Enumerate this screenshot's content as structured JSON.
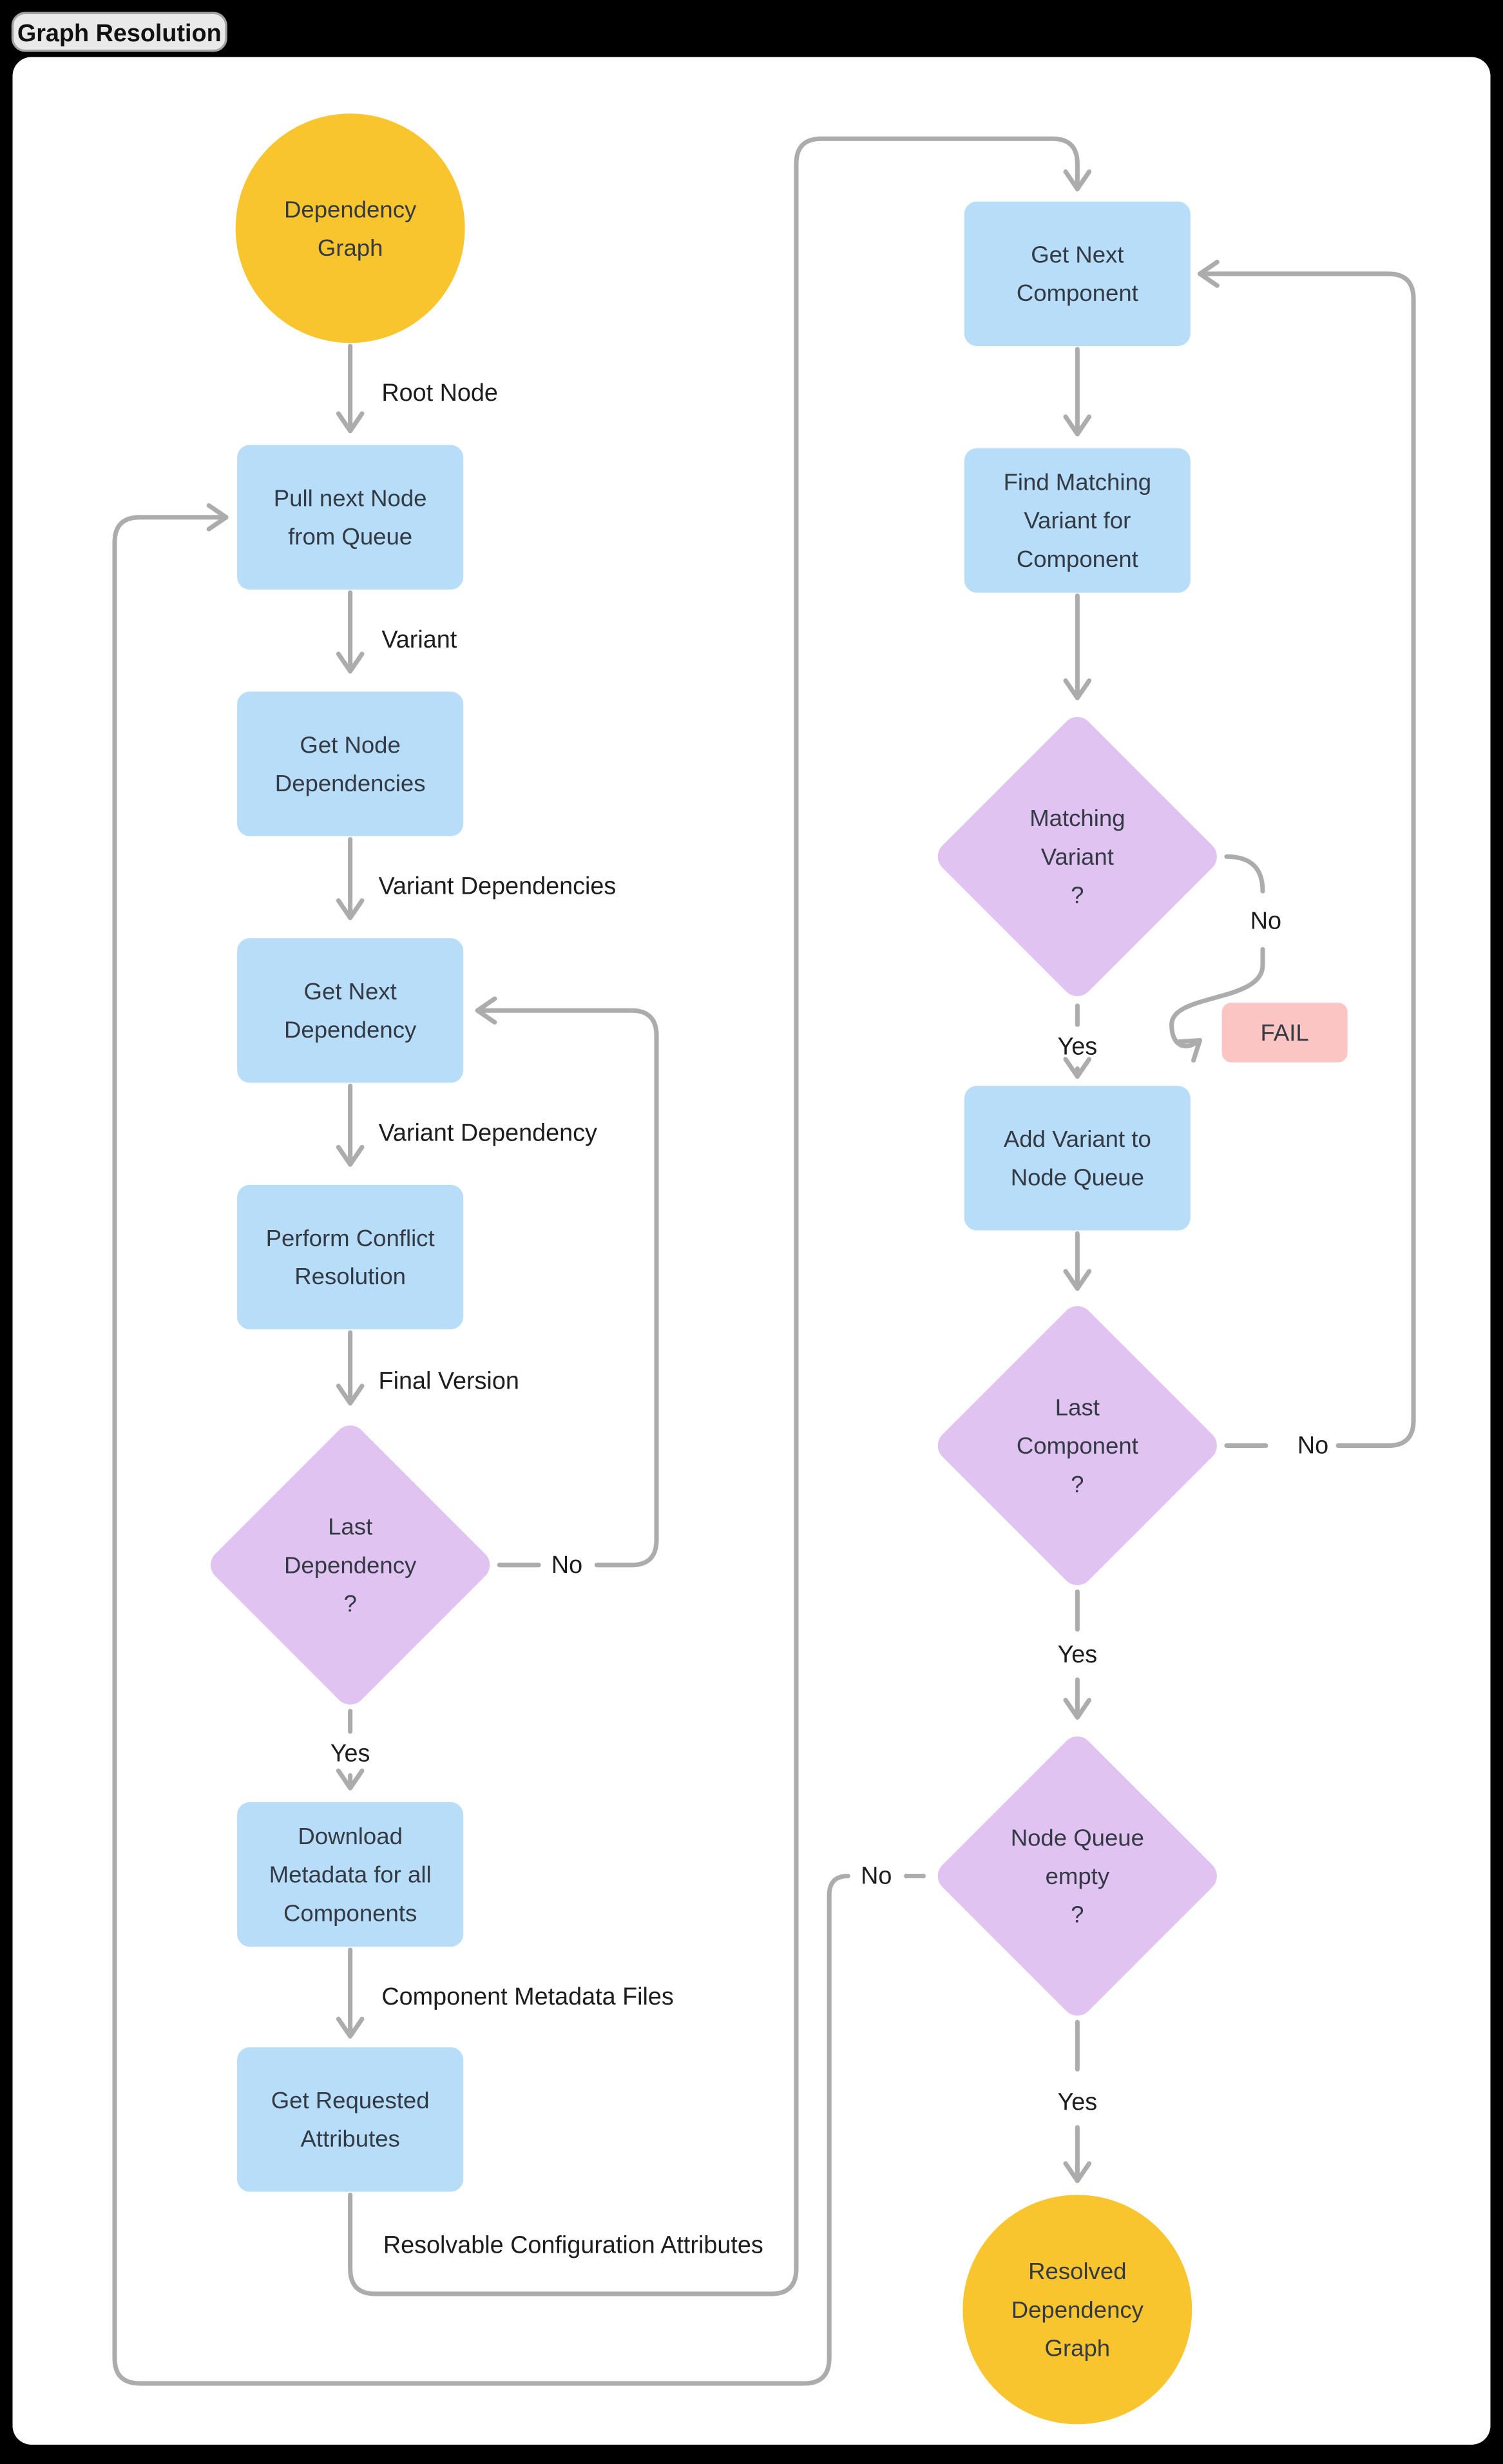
{
  "title": "Graph Resolution",
  "colors": {
    "background": "#000000",
    "panel": "#ffffff",
    "pill_bg": "#e9e9e9",
    "pill_border": "#a3a3a3",
    "node_blue": "#b7ddf9",
    "node_purple": "#e1c3f2",
    "node_yellow": "#f9c52e",
    "node_pink": "#fac5c2",
    "edge_gray": "#acacac",
    "node_text": "#333a44",
    "label_text": "#1d1d1f"
  },
  "nodes": {
    "dependency_graph": {
      "type": "start-circle",
      "lines": [
        "Dependency",
        "Graph"
      ]
    },
    "pull_next_node": {
      "type": "process",
      "lines": [
        "Pull next Node",
        "from Queue"
      ]
    },
    "get_node_dependencies": {
      "type": "process",
      "lines": [
        "Get Node",
        "Dependencies"
      ]
    },
    "get_next_dependency": {
      "type": "process",
      "lines": [
        "Get Next",
        "Dependency"
      ]
    },
    "perform_conflict_resolution": {
      "type": "process",
      "lines": [
        "Perform Conflict",
        "Resolution"
      ]
    },
    "last_dependency": {
      "type": "decision",
      "lines": [
        "Last",
        "Dependency",
        "?"
      ]
    },
    "download_metadata": {
      "type": "process",
      "lines": [
        "Download",
        "Metadata for all",
        "Components"
      ]
    },
    "get_requested_attributes": {
      "type": "process",
      "lines": [
        "Get Requested",
        "Attributes"
      ]
    },
    "get_next_component": {
      "type": "process",
      "lines": [
        "Get Next",
        "Component"
      ]
    },
    "find_matching_variant": {
      "type": "process",
      "lines": [
        "Find Matching",
        "Variant for",
        "Component"
      ]
    },
    "matching_variant": {
      "type": "decision",
      "lines": [
        "Matching",
        "Variant",
        "?"
      ]
    },
    "fail": {
      "type": "terminal",
      "lines": [
        "FAIL"
      ]
    },
    "add_variant_to_node_queue": {
      "type": "process",
      "lines": [
        "Add Variant to",
        "Node Queue"
      ]
    },
    "last_component": {
      "type": "decision",
      "lines": [
        "Last",
        "Component",
        "?"
      ]
    },
    "node_queue_empty": {
      "type": "decision",
      "lines": [
        "Node Queue",
        "empty",
        "?"
      ]
    },
    "resolved_dependency_graph": {
      "type": "end-circle",
      "lines": [
        "Resolved",
        "Dependency",
        "Graph"
      ]
    }
  },
  "edge_labels": {
    "root_node": "Root Node",
    "variant": "Variant",
    "variant_dependencies": "Variant Dependencies",
    "variant_dependency": "Variant Dependency",
    "final_version": "Final Version",
    "component_metadata_files": "Component Metadata Files",
    "resolvable_configuration_attributes": "Resolvable Configuration Attributes",
    "yes": "Yes",
    "no": "No"
  }
}
